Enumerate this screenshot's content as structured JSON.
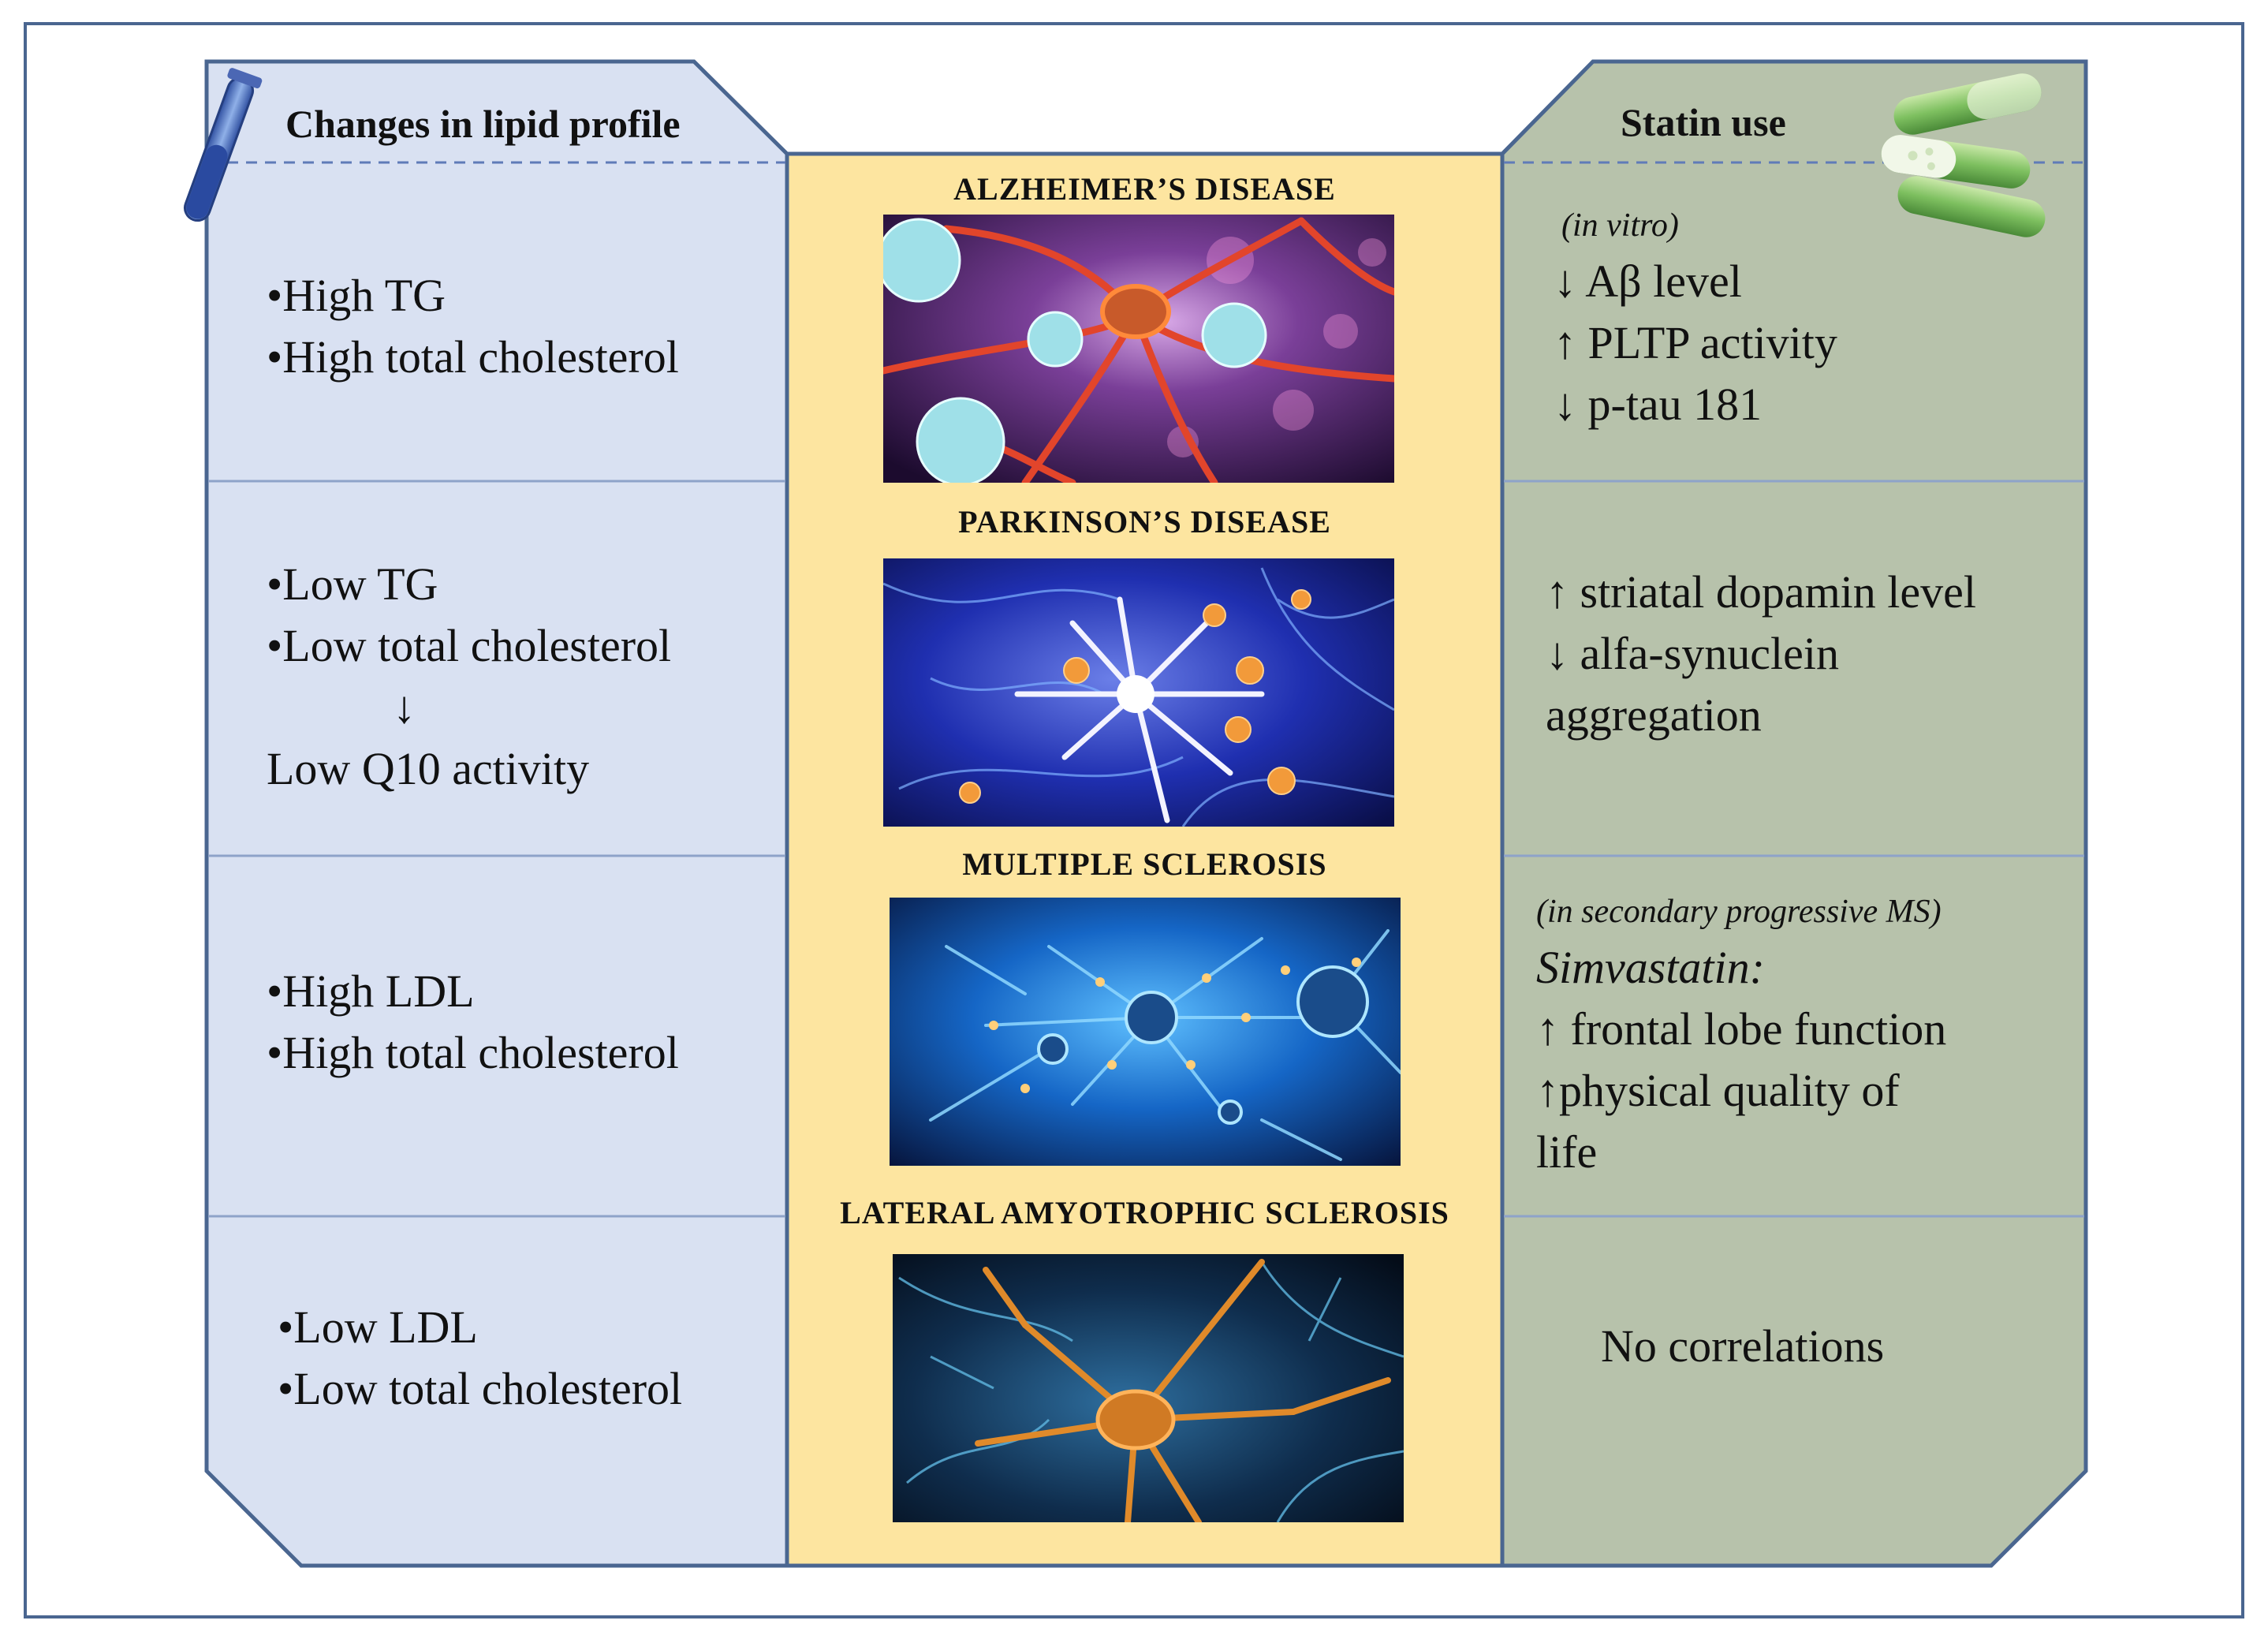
{
  "colors": {
    "frame": "#4a6690",
    "left_panel": "#d9e1f2",
    "center_panel": "#fde5a0",
    "right_panel": "#b7c2ab",
    "row_divider": "#8ea3c9",
    "dashed_line": "#5f7bb8"
  },
  "left": {
    "header": "Changes in lipid profile",
    "header_icon": "test-tube-icon",
    "rows": [
      {
        "lines": [
          "•High TG",
          "•High total cholesterol"
        ]
      },
      {
        "lines": [
          "•Low TG",
          "•Low total cholesterol",
          "↓",
          "Low Q10 activity"
        ]
      },
      {
        "lines": [
          "•High LDL",
          "•High total cholesterol"
        ]
      },
      {
        "lines": [
          "•Low LDL",
          "•Low total cholesterol"
        ]
      }
    ]
  },
  "center": {
    "diseases": [
      {
        "title": "ALZHEIMER’S DISEASE",
        "image": "alzheimers-neuron-image"
      },
      {
        "title": "PARKINSON’S DISEASE",
        "image": "parkinsons-neuron-image"
      },
      {
        "title": "MULTIPLE SCLEROSIS",
        "image": "ms-neuron-image"
      },
      {
        "title": "LATERAL AMYOTROPHIC SCLEROSIS",
        "image": "als-neuron-image"
      }
    ]
  },
  "right": {
    "header": "Statin use",
    "header_icon": "capsules-icon",
    "rows": [
      {
        "note": "(in vitro)",
        "lines": [
          "↓ Aβ level",
          "↑ PLTP activity",
          "↓ p-tau 181"
        ]
      },
      {
        "lines": [
          "↑ striatal dopamin level",
          "↓ alfa-synuclein",
          "aggregation"
        ]
      },
      {
        "note": "(in secondary progressive MS)",
        "drug": "Simvastatin:",
        "lines": [
          "↑ frontal lobe function",
          "↑physical quality of",
          "life"
        ]
      },
      {
        "lines": [
          "No correlations"
        ]
      }
    ]
  }
}
